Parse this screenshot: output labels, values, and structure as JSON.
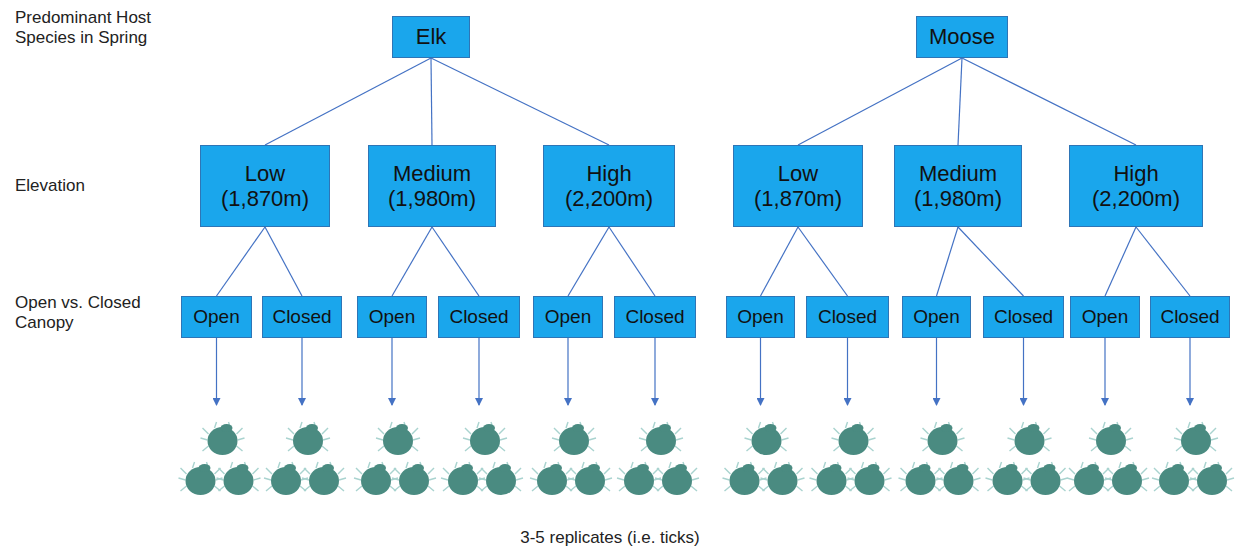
{
  "diagram": {
    "nodes": [
      {
        "text": [
          "Elk"
        ]
      },
      {
        "text": [
          "Moose"
        ]
      },
      {
        "text": [
          "Low (1,870m)"
        ]
      },
      {
        "text": [
          "Medium (1,980m)"
        ]
      },
      {
        "text": [
          "High (2,200m)"
        ]
      },
      {
        "text": [
          "Low (1,870m)"
        ]
      },
      {
        "text": [
          "Medium (1,980m)"
        ]
      },
      {
        "text": [
          "High (2,200m)"
        ]
      },
      {
        "text": [
          "Open"
        ]
      },
      {
        "text": [
          "Closed"
        ]
      },
      {
        "text": [
          "Open"
        ]
      },
      {
        "text": [
          "Closed"
        ]
      },
      {
        "text": [
          "Open"
        ]
      },
      {
        "text": [
          "Closed"
        ]
      },
      {
        "text": [
          "Open"
        ]
      },
      {
        "text": [
          "Closed"
        ]
      },
      {
        "text": [
          "Open"
        ]
      },
      {
        "text": [
          "Closed"
        ]
      },
      {
        "text": [
          "Open"
        ]
      },
      {
        "text": [
          "Closed"
        ]
      }
    ],
    "edges": [
      {
        "from": 0,
        "to": 2,
        "arrow": "none"
      },
      {
        "from": 0,
        "to": 3,
        "arrow": "none"
      },
      {
        "from": 0,
        "to": 4,
        "arrow": "none"
      },
      {
        "from": 1,
        "to": 5,
        "arrow": "none"
      },
      {
        "from": 1,
        "to": 6,
        "arrow": "none"
      },
      {
        "from": 1,
        "to": 7,
        "arrow": "none"
      },
      {
        "from": 2,
        "to": 8,
        "arrow": "none"
      },
      {
        "from": 2,
        "to": 9,
        "arrow": "none"
      },
      {
        "from": 3,
        "to": 10,
        "arrow": "none"
      },
      {
        "from": 3,
        "to": 11,
        "arrow": "none"
      },
      {
        "from": 4,
        "to": 12,
        "arrow": "none"
      },
      {
        "from": 4,
        "to": 13,
        "arrow": "none"
      },
      {
        "from": 5,
        "to": 14,
        "arrow": "none"
      },
      {
        "from": 5,
        "to": 15,
        "arrow": "none"
      },
      {
        "from": 6,
        "to": 16,
        "arrow": "none"
      },
      {
        "from": 6,
        "to": 17,
        "arrow": "none"
      },
      {
        "from": 7,
        "to": 18,
        "arrow": "none"
      },
      {
        "from": 7,
        "to": 19,
        "arrow": "none"
      }
    ],
    "labels": [
      "Predominant Host Species in Spring",
      "Elevation",
      "Open vs. Closed Canopy",
      "3-5 replicates (i.e. ticks)"
    ]
  }
}
